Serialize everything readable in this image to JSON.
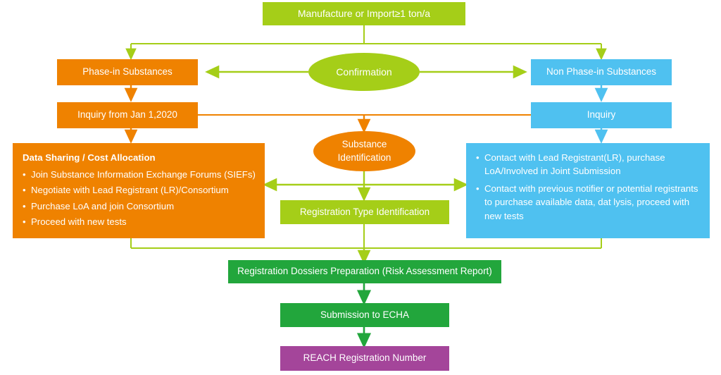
{
  "diagram": {
    "title": "REACH Registration Process Flowchart",
    "colors": {
      "lime": "#A5CE18",
      "orange": "#EF8200",
      "blue": "#4FC1F0",
      "green": "#22A63C",
      "purple": "#A4459A",
      "text": "#FFFFFF"
    },
    "nodes": {
      "start": {
        "label": "Manufacture or Import≥1 ton/a",
        "shape": "rectangle",
        "color": "#A5CE18"
      },
      "confirmation": {
        "label": "Confirmation",
        "shape": "ellipse",
        "color": "#A5CE18"
      },
      "phase_in": {
        "label": "Phase-in Substances",
        "shape": "rectangle",
        "color": "#EF8200"
      },
      "non_phase_in": {
        "label": "Non Phase-in Substances",
        "shape": "rectangle",
        "color": "#4FC1F0"
      },
      "inquiry_jan": {
        "label": "Inquiry from Jan 1,2020",
        "shape": "rectangle",
        "color": "#EF8200"
      },
      "inquiry": {
        "label": "Inquiry",
        "shape": "rectangle",
        "color": "#4FC1F0"
      },
      "substance_identification": {
        "line1": "Substance",
        "line2": "Identification",
        "shape": "ellipse",
        "color": "#EF8200"
      },
      "data_sharing": {
        "heading": "Data Sharing / Cost Allocation",
        "shape": "rectangle",
        "color": "#EF8200",
        "bullets": [
          "Join Substance Information Exchange Forums (SIEFs)",
          "Negotiate with Lead Registrant (LR)/Consortium",
          "Purchase LoA and join Consortium",
          "Proceed with new tests"
        ]
      },
      "non_phase_actions": {
        "shape": "rectangle",
        "color": "#4FC1F0",
        "bullets": [
          "Contact with Lead Registrant(LR), purchase LoA/Involved in Joint Submission",
          "Contact with previous notifier or potential registrants to purchase available data, dat lysis, proceed with new tests"
        ]
      },
      "registration_type": {
        "label": "Registration Type Identification",
        "shape": "rectangle",
        "color": "#A5CE18"
      },
      "dossiers": {
        "label": "Registration Dossiers Preparation (Risk Assessment Report)",
        "shape": "rectangle",
        "color": "#22A63C"
      },
      "submission": {
        "label": "Submission to ECHA",
        "shape": "rectangle",
        "color": "#22A63C"
      },
      "reach_number": {
        "label": "REACH Registration Number",
        "shape": "rectangle",
        "color": "#A4459A"
      }
    }
  }
}
